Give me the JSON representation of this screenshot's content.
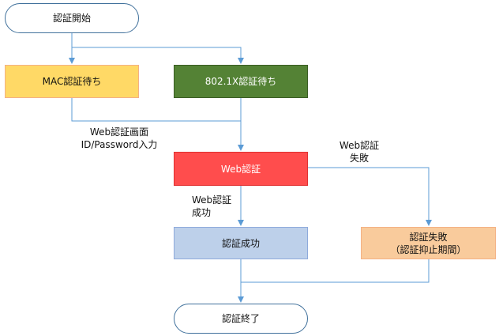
{
  "nodes": {
    "start": "認証開始",
    "mac_wait": "MAC認証待ち",
    "dot1x_wait": "802.1X認証待ち",
    "web_auth": "Web認証",
    "auth_success": "認証成功",
    "auth_fail_line1": "認証失敗",
    "auth_fail_line2": "（認証抑止期間）",
    "end": "認証終了"
  },
  "edge_labels": {
    "web_login_line1": "Web認証画面",
    "web_login_line2": "ID/Password入力",
    "web_fail_line1": "Web認証",
    "web_fail_line2": "失敗",
    "web_success_line1": "Web認証",
    "web_success_line2": "成功"
  },
  "colors": {
    "line": "#5b9bd5",
    "terminal_border": "#41719c",
    "mac": "#ffd966",
    "dot1x": "#548235",
    "web": "#ff4d4d",
    "success": "#bdd0ea",
    "fail": "#f9cb9c"
  }
}
